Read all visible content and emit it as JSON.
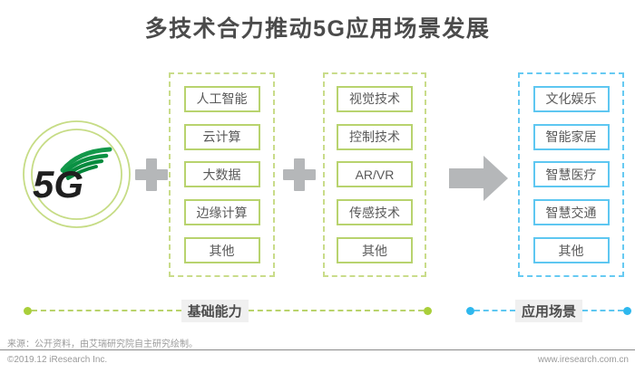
{
  "title": "多技术合力推动5G应用场景发展",
  "logo": {
    "text": "5G"
  },
  "columns": [
    {
      "group": "基础能力",
      "items": [
        "人工智能",
        "云计算",
        "大数据",
        "边缘计算",
        "其他"
      ]
    },
    {
      "group": "基础能力",
      "items": [
        "视觉技术",
        "控制技术",
        "AR/VR",
        "传感技术",
        "其他"
      ]
    },
    {
      "group": "应用场景",
      "items": [
        "文化娱乐",
        "智能家居",
        "智慧医疗",
        "智慧交通",
        "其他"
      ]
    }
  ],
  "group_labels": [
    {
      "label": "基础能力",
      "color": "#a9cf3a"
    },
    {
      "label": "应用场景",
      "color": "#2eb8ee"
    }
  ],
  "footer": {
    "source": "来源：公开资料，由艾瑞研究院自主研究绘制。",
    "copyright": "©2019.12 iResearch Inc.",
    "website": "www.iresearch.com.cn"
  },
  "colors": {
    "title_text": "#4b4b4b",
    "lime_green": "#b8d36e",
    "lime_green_dash": "#c9dc8a",
    "green_dot": "#a9cf3a",
    "sky_blue": "#5ec7f1",
    "blue_dot": "#2eb8ee",
    "gray_shape": "#b5b7b9",
    "item_text": "#595959",
    "logo_wing_green": "#00913f",
    "footer_text": "#9a9a9a"
  }
}
